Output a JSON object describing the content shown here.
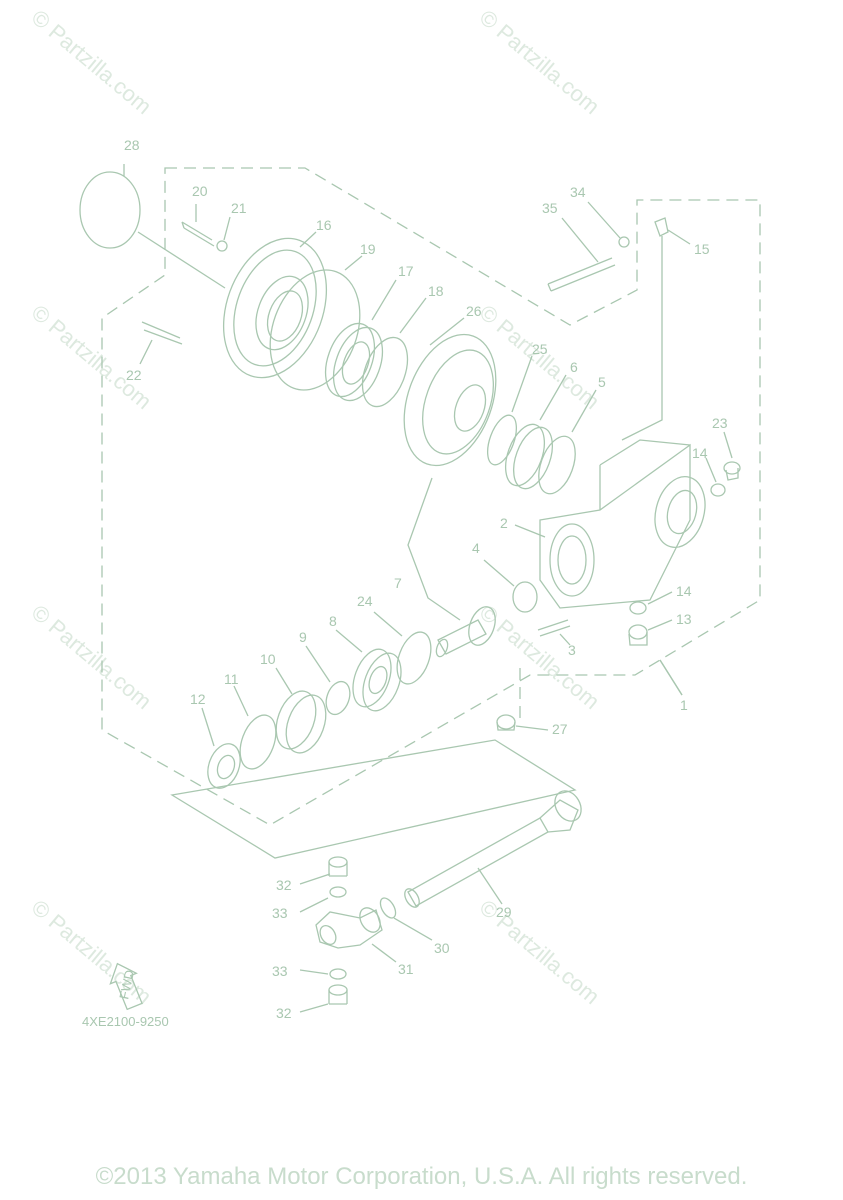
{
  "diagram": {
    "code": "4XE2100-9250",
    "fwd_label": "FWD",
    "watermark": "© Partzilla.com",
    "copyright": "©2013 Yamaha Motor Corporation, U.S.A. All rights reserved.",
    "colors": {
      "line": "#a9c7b0",
      "watermark": "#dde9df",
      "text": "#a9c7b0"
    },
    "callouts": [
      {
        "label": "1"
      },
      {
        "label": "2"
      },
      {
        "label": "3"
      },
      {
        "label": "4"
      },
      {
        "label": "5"
      },
      {
        "label": "6"
      },
      {
        "label": "7"
      },
      {
        "label": "8"
      },
      {
        "label": "9"
      },
      {
        "label": "10"
      },
      {
        "label": "11"
      },
      {
        "label": "12"
      },
      {
        "label": "13"
      },
      {
        "label": "14"
      },
      {
        "label": "14"
      },
      {
        "label": "15"
      },
      {
        "label": "16"
      },
      {
        "label": "17"
      },
      {
        "label": "18"
      },
      {
        "label": "19"
      },
      {
        "label": "20"
      },
      {
        "label": "21"
      },
      {
        "label": "22"
      },
      {
        "label": "23"
      },
      {
        "label": "24"
      },
      {
        "label": "25"
      },
      {
        "label": "26"
      },
      {
        "label": "27"
      },
      {
        "label": "28"
      },
      {
        "label": "29"
      },
      {
        "label": "30"
      },
      {
        "label": "31"
      },
      {
        "label": "32"
      },
      {
        "label": "32"
      },
      {
        "label": "33"
      },
      {
        "label": "33"
      },
      {
        "label": "34"
      },
      {
        "label": "35"
      }
    ]
  }
}
